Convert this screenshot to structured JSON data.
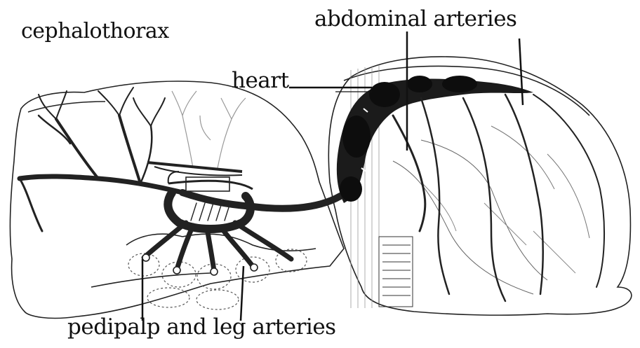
{
  "labels": {
    "cephalothorax": "cephalothorax",
    "abdominal_arteries": "abdominal arteries",
    "heart": "heart",
    "pedipalp_leg_arteries": "pedipalp and leg arteries"
  },
  "colors": {
    "ink": "#111111",
    "background": "#ffffff"
  }
}
